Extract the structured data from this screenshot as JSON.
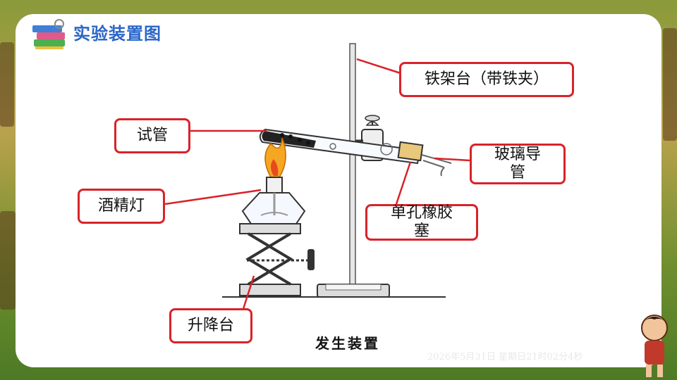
{
  "header": {
    "title": "实验装置图",
    "books_icon": "stacked-books-icon"
  },
  "labels": {
    "iron_stand": "铁架台（带铁夹）",
    "test_tube": "试管",
    "glass_tube_line1": "玻璃导",
    "glass_tube_line2": "管",
    "alcohol_lamp": "酒精灯",
    "stopper_line1": "单孔橡胶",
    "stopper_line2": "塞",
    "lift_table": "升降台"
  },
  "caption": "发生装置",
  "timestamp": "2026年5月31日 星期日21时02分4秒",
  "colors": {
    "title": "#2a66c8",
    "label_border": "#d8232a",
    "leader_line": "#d8232a"
  }
}
